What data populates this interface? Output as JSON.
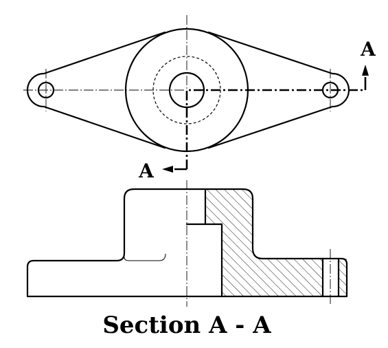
{
  "cutting_plane": {
    "label_top": "A",
    "label_bottom": "A"
  },
  "caption": "Section A - A"
}
